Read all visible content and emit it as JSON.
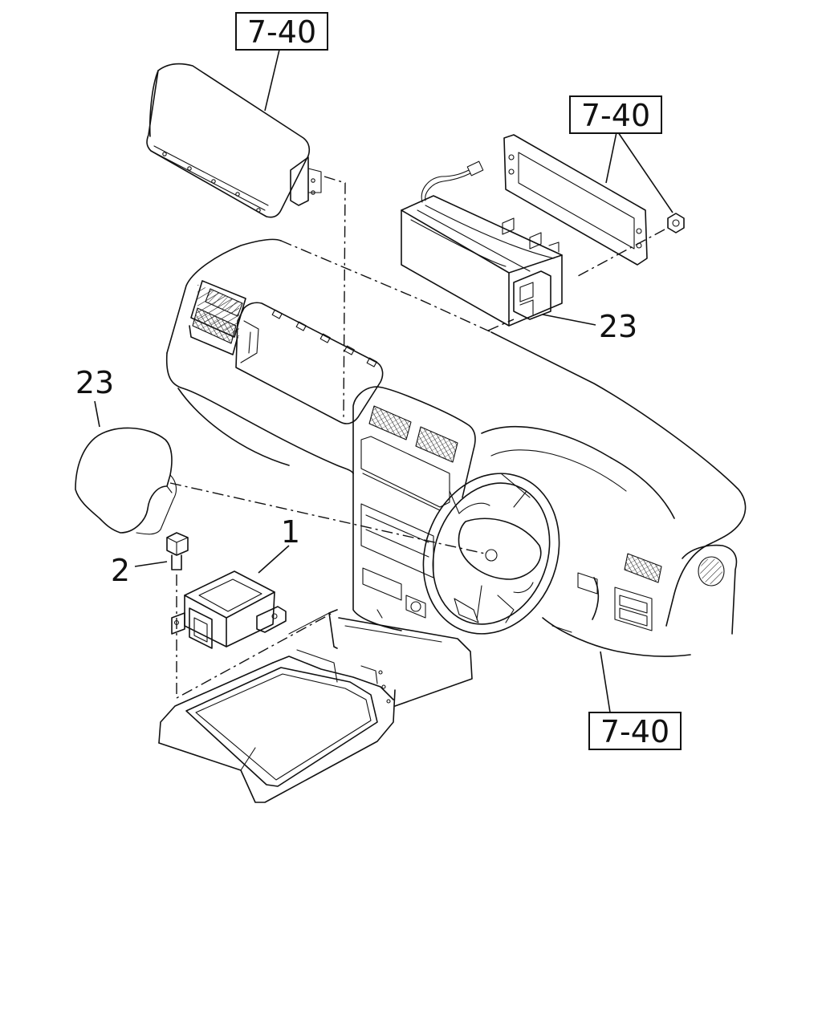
{
  "references": {
    "ref_top": "7-40",
    "ref_right": "7-40",
    "ref_bottom": "7-40"
  },
  "callouts": {
    "part_1": "1",
    "part_2": "2",
    "part_23_left": "23",
    "part_23_right": "23"
  },
  "icons": [
    "airbag-module-icon",
    "steering-pad-icon",
    "sensor-unit-icon",
    "bolt-icon",
    "nut-icon",
    "dashboard-icon",
    "console-icon"
  ]
}
